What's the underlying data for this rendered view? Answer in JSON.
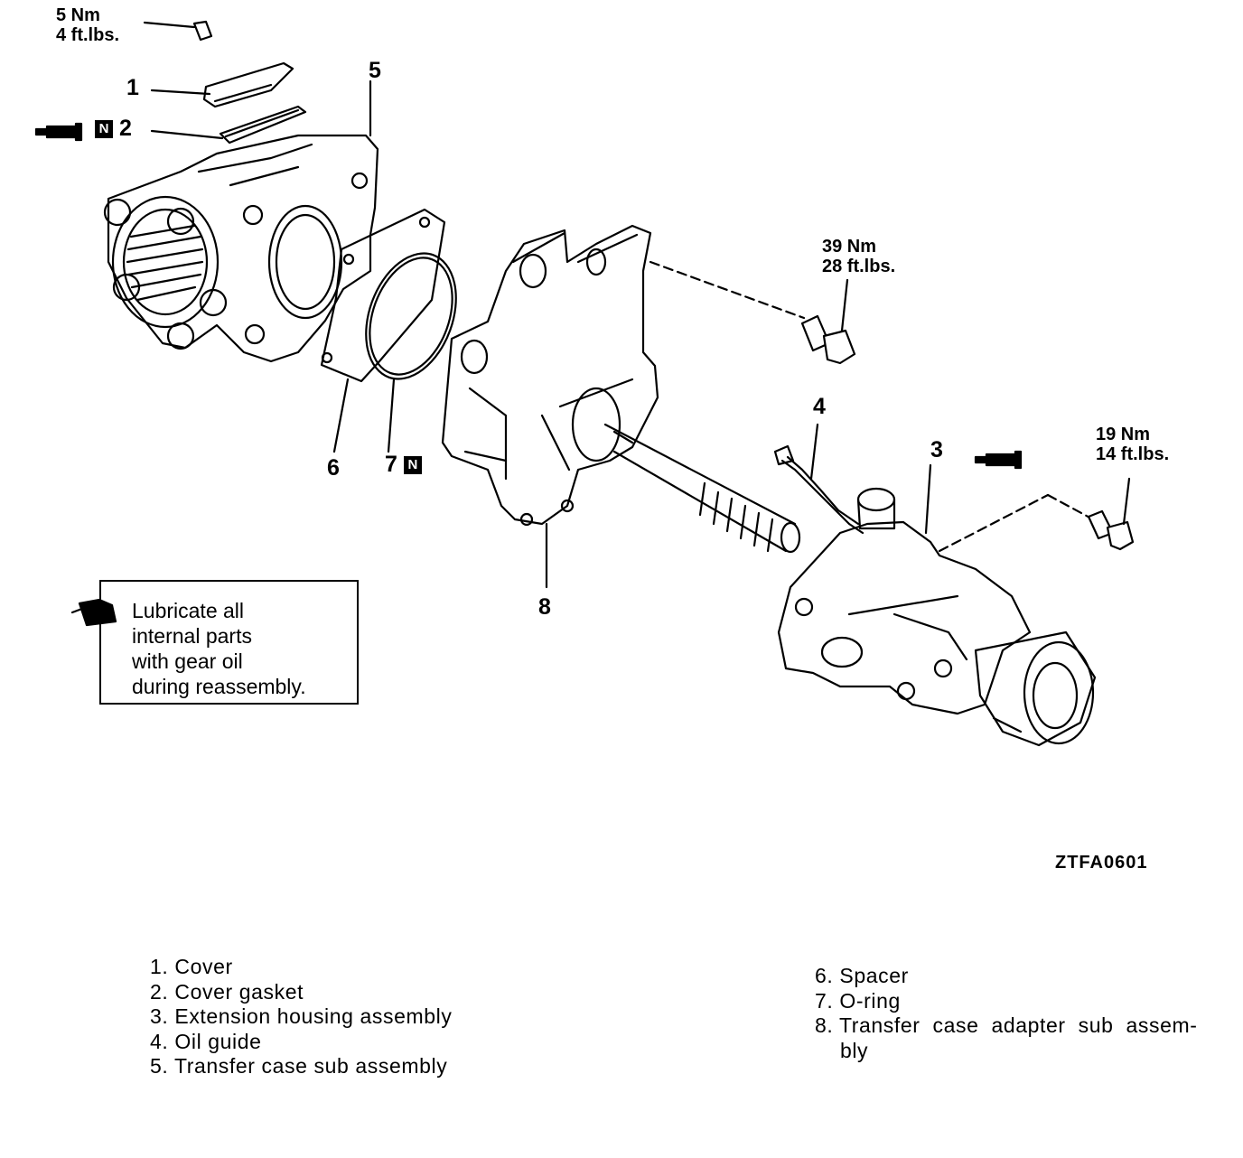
{
  "figure_id": "ZTFA0601",
  "callouts": {
    "c1": "1",
    "c2": "2",
    "c3": "3",
    "c4": "4",
    "c5": "5",
    "c6": "6",
    "c7": "7",
    "c8": "8",
    "new_part_mark": "N"
  },
  "torques": {
    "t1": {
      "nm": "5 Nm",
      "ftlbs": "4 ft.lbs."
    },
    "t2": {
      "nm": "39 Nm",
      "ftlbs": "28 ft.lbs."
    },
    "t3": {
      "nm": "19 Nm",
      "ftlbs": "14 ft.lbs."
    }
  },
  "note": {
    "icon": "oil-can-icon",
    "lines": [
      "Lubricate all",
      "internal parts",
      "with gear oil",
      "during reassembly."
    ]
  },
  "legend_left": [
    "1. Cover",
    "2. Cover  gasket",
    "3. Extension  housing  assembly",
    "4. Oil  guide",
    "5. Transfer  case  sub  assembly"
  ],
  "legend_right": [
    "6. Spacer",
    "7. O-ring",
    "8. Transfer  case  adapter  sub  assem-",
    "    bly"
  ]
}
